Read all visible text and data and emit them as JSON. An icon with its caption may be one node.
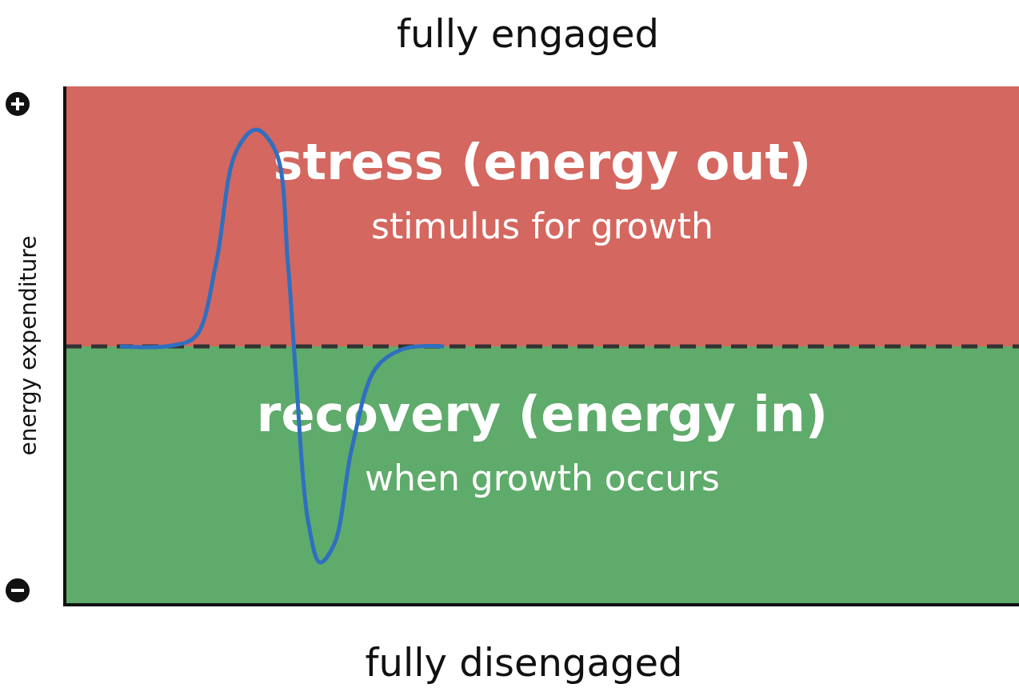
{
  "diagram": {
    "nodes": [
      {
        "text": [
          "stress (energy out)",
          "stimulus for growth"
        ]
      },
      {
        "text": [
          "recovery (energy in)",
          "when growth occurs"
        ]
      }
    ],
    "labels": [
      "fully engaged",
      "energy expenditure",
      "fully disengaged"
    ]
  }
}
